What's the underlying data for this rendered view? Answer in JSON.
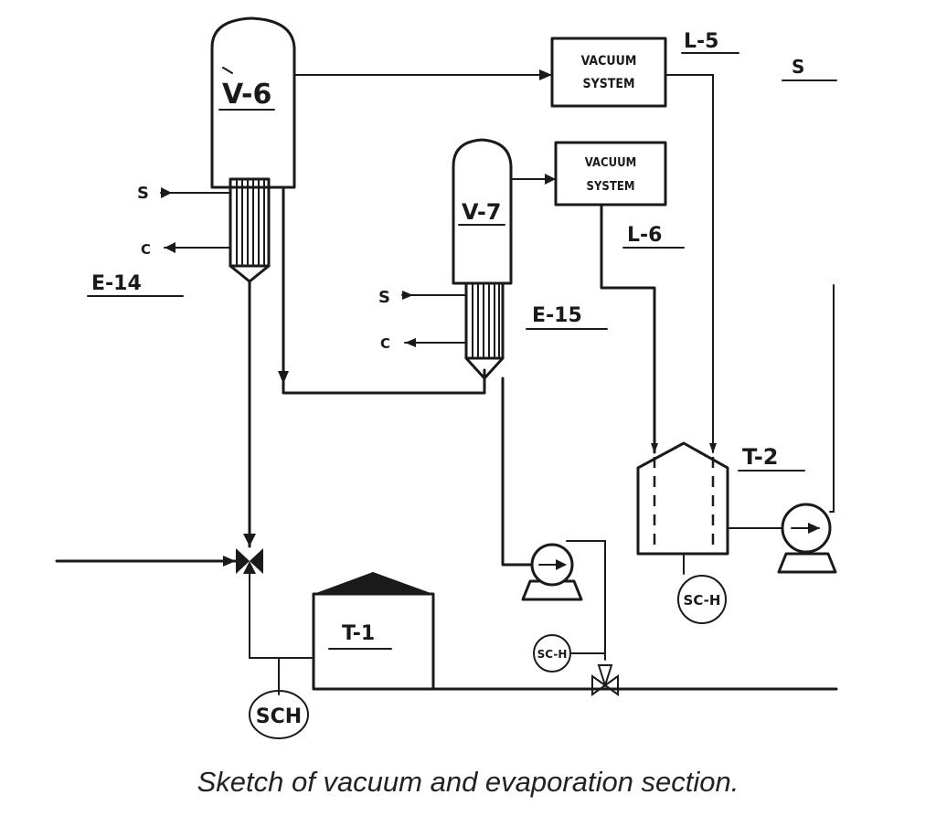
{
  "labels": {
    "v6": "V-6",
    "v7": "V-7",
    "e14": "E-14",
    "e15": "E-15",
    "l5": "L-5",
    "l6": "L-6",
    "s_top": "S",
    "t1": "T-1",
    "t2": "T-2",
    "vac1_line1": "VACUUM",
    "vac1_line2": "SYSTEM",
    "vac2_line1": "VACUUM",
    "vac2_line2": "SYSTEM",
    "steam_e14": "S",
    "cond_e14": "C",
    "steam_e15": "S",
    "cond_e15": "C",
    "sch_t1": "SCH",
    "sch_mid": "SC-H",
    "sch_t2": "SC-H"
  },
  "caption": "Sketch of vacuum and evaporation section."
}
